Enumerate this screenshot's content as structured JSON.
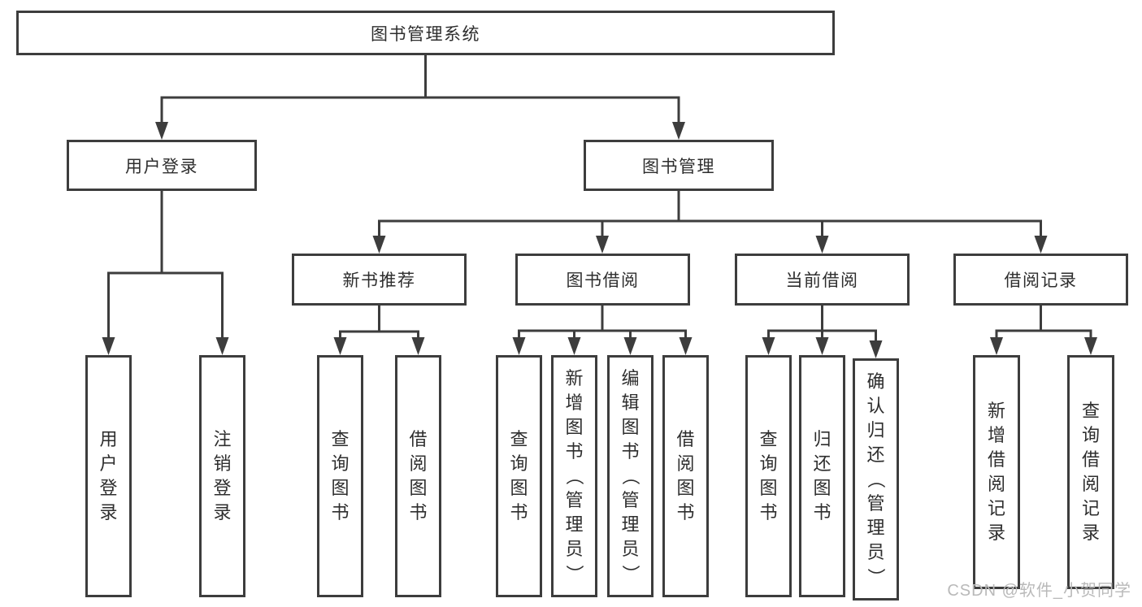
{
  "colors": {
    "line": "#3d3d3d",
    "text": "#2e2e2e",
    "background": "#ffffff",
    "watermark": "#b9b9b9"
  },
  "tree": {
    "root": {
      "label": "图书管理系统"
    },
    "branches": [
      {
        "label": "用户登录",
        "children": [
          {
            "label": "用户登录"
          },
          {
            "label": "注销登录"
          }
        ]
      },
      {
        "label": "图书管理",
        "children": [
          {
            "label": "新书推荐",
            "children": [
              {
                "label": "查询图书"
              },
              {
                "label": "借阅图书"
              }
            ]
          },
          {
            "label": "图书借阅",
            "children": [
              {
                "label": "查询图书"
              },
              {
                "label": "新增图书（管理员）"
              },
              {
                "label": "编辑图书（管理员）"
              },
              {
                "label": "借阅图书"
              }
            ]
          },
          {
            "label": "当前借阅",
            "children": [
              {
                "label": "查询图书"
              },
              {
                "label": "归还图书"
              },
              {
                "label": "确认归还（管理员）"
              }
            ]
          },
          {
            "label": "借阅记录",
            "children": [
              {
                "label": "新增借阅记录"
              },
              {
                "label": "查询借阅记录"
              }
            ]
          }
        ]
      }
    ]
  },
  "watermark": {
    "text": "CSDN @软件_小贺同学"
  }
}
